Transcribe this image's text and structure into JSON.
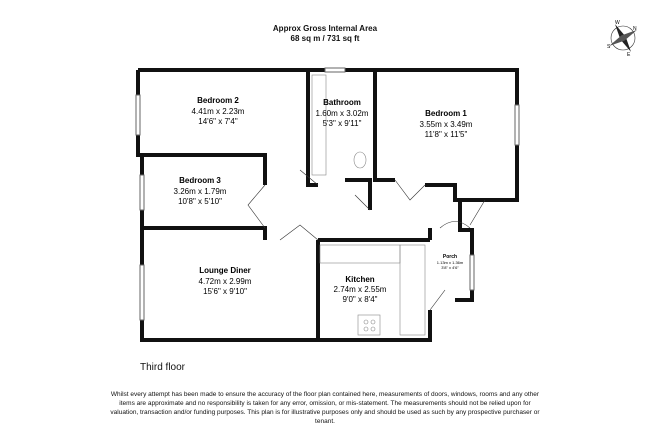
{
  "header": {
    "title": "Approx Gross Internal Area",
    "area": "68 sq m / 731 sq ft"
  },
  "compass": {
    "icon": "compass-rose-icon",
    "labels": [
      "N",
      "E",
      "S",
      "W"
    ]
  },
  "rooms": [
    {
      "name": "Bedroom 2",
      "metric": "4.41m x 2.23m",
      "imperial": "14'6\" x 7'4\""
    },
    {
      "name": "Bathroom",
      "metric": "1.60m x 3.02m",
      "imperial": "5'3\" x 9'11\""
    },
    {
      "name": "Bedroom 1",
      "metric": "3.55m x 3.49m",
      "imperial": "11'8\" x 11'5\""
    },
    {
      "name": "Bedroom 3",
      "metric": "3.26m x 1.79m",
      "imperial": "10'8\" x 5'10\""
    },
    {
      "name": "Lounge Diner",
      "metric": "4.72m x 2.99m",
      "imperial": "15'6\" x 9'10\""
    },
    {
      "name": "Kitchen",
      "metric": "2.74m x 2.55m",
      "imperial": "9'0\" x 8'4\""
    },
    {
      "name": "Porch",
      "metric": "1.13m x 1.36m",
      "imperial": "3'8\" x 4'6\""
    }
  ],
  "floor_label": "Third floor",
  "disclaimer": "Whilst every attempt has been made to ensure the accuracy of the floor plan contained here, measurements of doors, windows, rooms and any other items are approximate and no responsibility is taken for any error, omission, or mis-statement. The measurements should not be relied upon for valuation, transaction and/or funding purposes. This plan is for illustrative purposes only and should be used as such by any prospective purchaser or tenant."
}
